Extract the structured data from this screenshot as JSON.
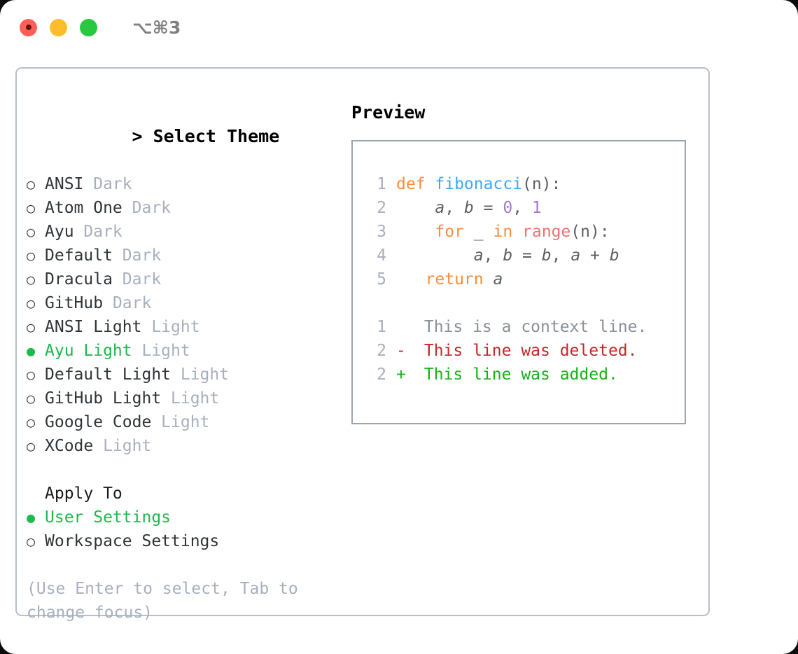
{
  "titlebar": {
    "dots": [
      {
        "name": "close",
        "color": "#ff5f57"
      },
      {
        "name": "minimize",
        "color": "#ffbd2e"
      },
      {
        "name": "maximize",
        "color": "#28c840"
      }
    ],
    "shortcut": "⌥⌘3"
  },
  "theme_picker": {
    "header_prompt": "> ",
    "header": "Select Theme",
    "bullet_selected": "●",
    "bullet_unselected": "○",
    "items": [
      {
        "label": "ANSI",
        "badge": "Dark",
        "selected": false
      },
      {
        "label": "Atom One",
        "badge": "Dark",
        "selected": false
      },
      {
        "label": "Ayu",
        "badge": "Dark",
        "selected": false
      },
      {
        "label": "Default",
        "badge": "Dark",
        "selected": false
      },
      {
        "label": "Dracula",
        "badge": "Dark",
        "selected": false
      },
      {
        "label": "GitHub",
        "badge": "Dark",
        "selected": false
      },
      {
        "label": "ANSI Light",
        "badge": "Light",
        "selected": false
      },
      {
        "label": "Ayu Light",
        "badge": "Light",
        "selected": true
      },
      {
        "label": "Default Light",
        "badge": "Light",
        "selected": false
      },
      {
        "label": "GitHub Light",
        "badge": "Light",
        "selected": false
      },
      {
        "label": "Google Code",
        "badge": "Light",
        "selected": false
      },
      {
        "label": "XCode",
        "badge": "Light",
        "selected": false
      }
    ]
  },
  "apply_to": {
    "title": "Apply To",
    "items": [
      {
        "label": "User Settings",
        "selected": true
      },
      {
        "label": "Workspace Settings",
        "selected": false
      }
    ]
  },
  "hint": "(Use Enter to select, Tab to change focus)",
  "preview": {
    "title": "Preview",
    "code_lines": [
      {
        "num": "1",
        "tokens": [
          {
            "text": "def ",
            "type": "kw"
          },
          {
            "text": "fibonacci",
            "type": "fn"
          },
          {
            "text": "(n):",
            "type": "punc"
          }
        ]
      },
      {
        "num": "2",
        "tokens": [
          {
            "text": "    ",
            "type": "punc"
          },
          {
            "text": "a",
            "type": "var"
          },
          {
            "text": ", ",
            "type": "punc"
          },
          {
            "text": "b",
            "type": "var"
          },
          {
            "text": " = ",
            "type": "punc"
          },
          {
            "text": "0",
            "type": "num"
          },
          {
            "text": ", ",
            "type": "punc"
          },
          {
            "text": "1",
            "type": "num"
          }
        ]
      },
      {
        "num": "3",
        "tokens": [
          {
            "text": "    ",
            "type": "punc"
          },
          {
            "text": "for",
            "type": "kw"
          },
          {
            "text": " _ ",
            "type": "punc"
          },
          {
            "text": "in",
            "type": "kw"
          },
          {
            "text": " ",
            "type": "punc"
          },
          {
            "text": "range",
            "type": "call"
          },
          {
            "text": "(n):",
            "type": "punc"
          }
        ]
      },
      {
        "num": "4",
        "tokens": [
          {
            "text": "        ",
            "type": "punc"
          },
          {
            "text": "a",
            "type": "var"
          },
          {
            "text": ", ",
            "type": "punc"
          },
          {
            "text": "b",
            "type": "var"
          },
          {
            "text": " = ",
            "type": "punc"
          },
          {
            "text": "b",
            "type": "var"
          },
          {
            "text": ", ",
            "type": "punc"
          },
          {
            "text": "a",
            "type": "var"
          },
          {
            "text": " + ",
            "type": "punc"
          },
          {
            "text": "b",
            "type": "var"
          }
        ]
      },
      {
        "num": "5",
        "tokens": [
          {
            "text": "   ",
            "type": "punc"
          },
          {
            "text": "return",
            "type": "kw"
          },
          {
            "text": " ",
            "type": "punc"
          },
          {
            "text": "a",
            "type": "var"
          }
        ]
      }
    ],
    "diff_lines": [
      {
        "num": "1",
        "mark": " ",
        "text": " This is a context line.",
        "type": "ctx"
      },
      {
        "num": "2",
        "mark": "-",
        "text": " This line was deleted.",
        "type": "del"
      },
      {
        "num": "2",
        "mark": "+",
        "text": " This line was added.",
        "type": "add"
      }
    ]
  },
  "colors": {
    "accent_green": "#1eb84b",
    "keyword": "#fa8d3e",
    "function": "#3ba9f5",
    "number": "#a37acc",
    "call": "#f07171",
    "muted": "#a7b0bd",
    "diff_delete": "#c62828",
    "diff_add": "#17b117"
  }
}
